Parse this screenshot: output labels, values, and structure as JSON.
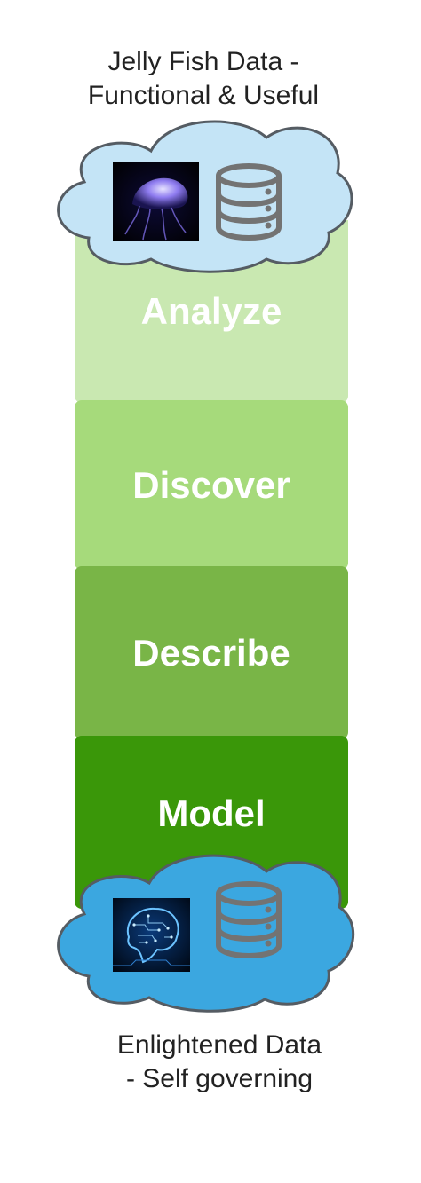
{
  "top_caption": {
    "line1": "Jelly Fish Data -",
    "line2": "Functional & Useful"
  },
  "stages": [
    {
      "label": "Analyze",
      "color": "#c9e8b1"
    },
    {
      "label": "Discover",
      "color": "#a6da7b"
    },
    {
      "label": "Describe",
      "color": "#79b547"
    },
    {
      "label": "Model",
      "color": "#3a9709"
    }
  ],
  "top_cloud": {
    "fill": "#c4e4f6",
    "icons": [
      "jellyfish-image",
      "database-icon"
    ]
  },
  "bottom_cloud": {
    "fill": "#3ba7e0",
    "icons": [
      "brain-circuit-image",
      "database-icon"
    ]
  },
  "bottom_caption": {
    "line1": "Enlightened Data",
    "line2": "- Self governing"
  }
}
